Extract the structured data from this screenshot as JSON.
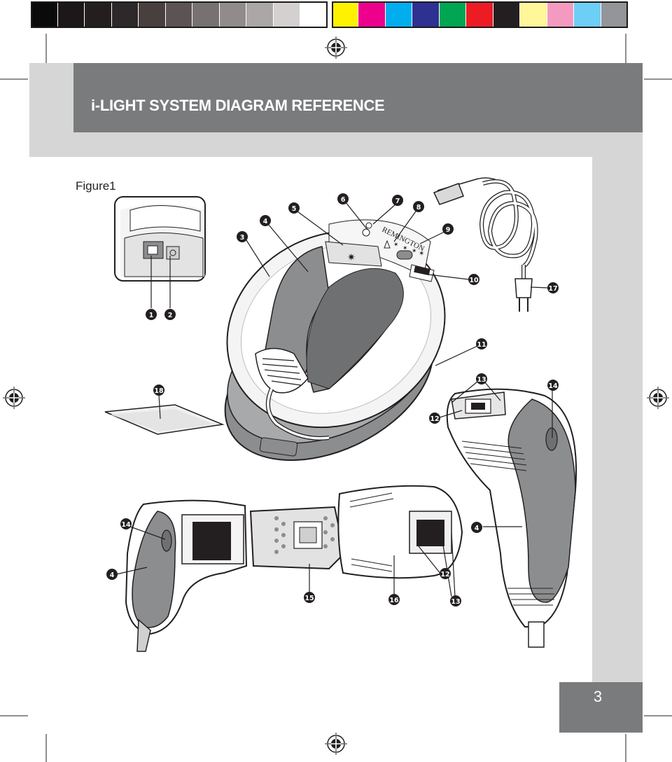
{
  "header": {
    "title": "i-LIGHT SYSTEM DIAGRAM REFERENCE"
  },
  "figure": {
    "label": "Figure1"
  },
  "footer": {
    "page_number": "3"
  },
  "device": {
    "brand_text": "REMINGTON"
  },
  "callouts": {
    "c1": "1",
    "c2": "2",
    "c3": "3",
    "c4": "4",
    "c5": "5",
    "c6": "6",
    "c7": "7",
    "c8": "8",
    "c9": "9",
    "c10": "10",
    "c11": "11",
    "c12": "12",
    "c13": "13",
    "c14": "14",
    "c15": "15",
    "c16": "16",
    "c17": "17",
    "c18": "18"
  },
  "colors": {
    "header_bar": "#7a7b7d",
    "light_band": "#d6d6d7",
    "device_accent": "#8c8d8f",
    "swatches": [
      "#0a0a0a",
      "#1c1718",
      "#241e1f",
      "#2d2829",
      "#48403f",
      "#5c5454",
      "#787171",
      "#918b8b",
      "#aca7a7",
      "#d3d0cf",
      "#ffffff",
      "#fff200",
      "#ec008c",
      "#00aeef",
      "#2e3192",
      "#00a651",
      "#ed1c24",
      "#231f20",
      "#fff799",
      "#f49ac1",
      "#6dcff6",
      "#939598"
    ]
  }
}
